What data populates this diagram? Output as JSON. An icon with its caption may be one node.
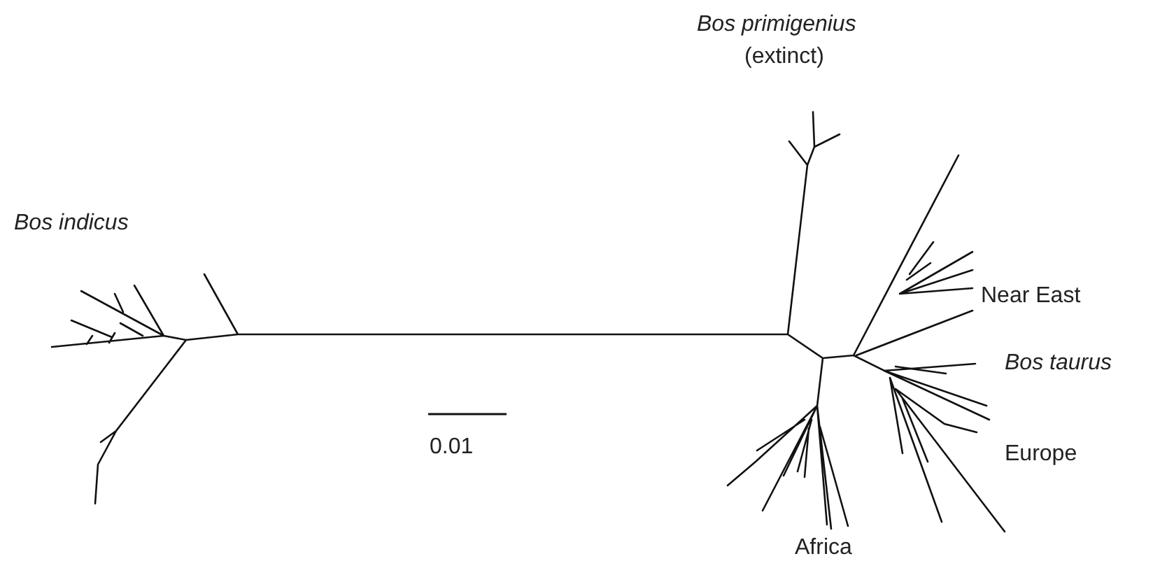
{
  "diagram": {
    "labels": [
      "Bos primigenius",
      "(extinct)",
      "Bos indicus",
      "Near East",
      "Bos taurus",
      "Europe",
      "Africa",
      "0.01"
    ]
  }
}
